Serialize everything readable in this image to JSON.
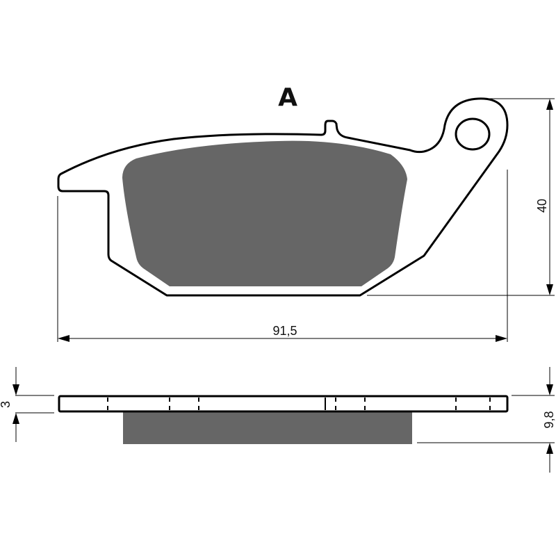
{
  "drawing": {
    "title": "A",
    "colors": {
      "outline": "#000000",
      "friction_material": "#666666",
      "background": "#ffffff"
    },
    "front_view": {
      "width_label": "91,5",
      "height_label": "40"
    },
    "side_view": {
      "backplate_thickness_label": "3",
      "total_thickness_label": "9,8"
    }
  }
}
